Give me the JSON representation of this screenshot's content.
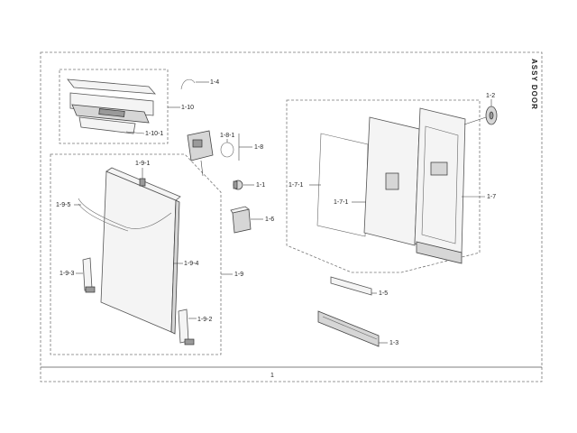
{
  "title": "ASSY DOOR",
  "assembly_label": "1",
  "callouts": {
    "c1_2": "1-2",
    "c1_3": "1-3",
    "c1_4": "1-4",
    "c1_5": "1-5",
    "c1_6": "1-6",
    "c1_7": "1-7",
    "c1_7_1a": "1-7-1",
    "c1_7_1b": "1-7-1",
    "c1_8": "1-8",
    "c1_8_1": "1-8-1",
    "c1_9": "1-9",
    "c1_9_1": "1-9-1",
    "c1_9_2": "1-9-2",
    "c1_9_3": "1-9-3",
    "c1_9_4": "1-9-4",
    "c1_9_5": "1-9-5",
    "c1_10": "1-10",
    "c1_10_1": "1-10-1",
    "c1_1": "1-1"
  }
}
